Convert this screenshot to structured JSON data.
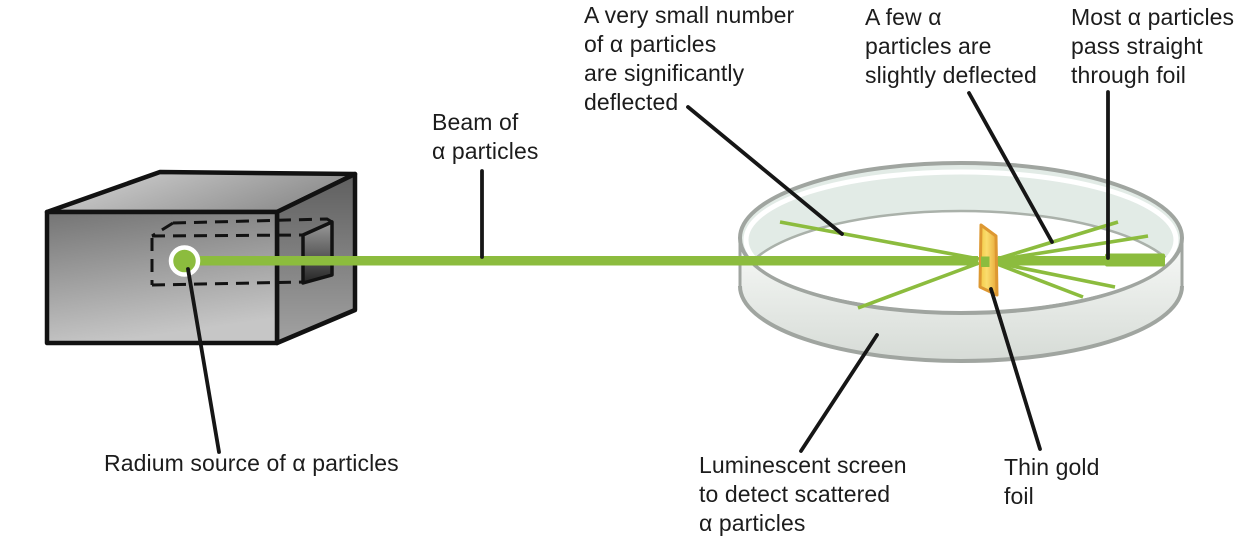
{
  "diagram": {
    "labels": {
      "significantly_deflected": "A very small number\nof α particles\nare significantly\ndeflected",
      "slightly_deflected": "A few α\nparticles are\nslightly deflected",
      "pass_through": "Most α particles\npass straight\nthrough foil",
      "beam": "Beam of\nα particles",
      "radium_source": "Radium source of α particles",
      "luminescent_screen": "Luminescent screen\nto detect scattered\nα particles",
      "gold_foil": "Thin gold\nfoil"
    }
  },
  "colors": {
    "beam": "#8cbc3e",
    "pointer": "#161616",
    "text": "#1c1c1c",
    "box-outline": "#121212",
    "box-top-light": "#d8d8d8",
    "box-top-dark": "#8e8e8e",
    "box-front-dark": "#747474",
    "box-front-light": "#c6c6c6",
    "box-right-dark": "#5f5f5f",
    "box-right-light": "#a2a2a2",
    "aperture-dark": "#262626",
    "aperture-light": "#9a9a9a",
    "ring-edge": "#a0a5a0",
    "ring-inner": "#e2ebe6",
    "ring-wall-top": "#f8faf8",
    "ring-wall-bottom": "#d6dbd6",
    "foil-light": "#f3c945",
    "foil-mid": "#fadd6e",
    "foil-dark": "#e8a838",
    "foil-border": "#dd9832"
  }
}
